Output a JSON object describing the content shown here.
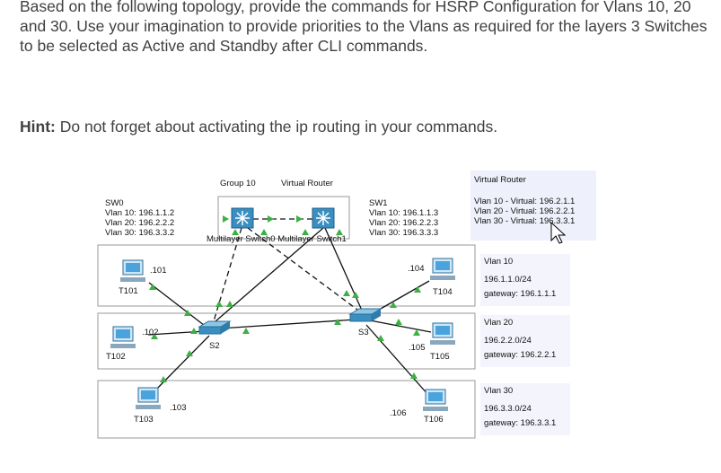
{
  "question": {
    "text": "Based on the following topology, provide the commands for HSRP Configuration for Vlans 10, 20 and 30. Use your imagination to provide priorities to the Vlans as required for the layers 3 Switches to be selected as Active and Standby after CLI commands.",
    "hint_label": "Hint:",
    "hint_text": "Do not forget about activating the ip routing in your commands."
  },
  "topology": {
    "group_label": "Group 10",
    "virtual_router_label": "Virtual Router",
    "multilayer_caption": "Multilayer Switch0 Multilayer Switch1",
    "sw0": {
      "name": "SW0",
      "lines": [
        "Vlan 10: 196.1.1.2",
        "Vlan 20: 196.2.2.2",
        "Vlan 30: 196.3.3.2"
      ]
    },
    "sw1": {
      "name": "SW1",
      "lines": [
        "Vlan 10: 196.1.1.3",
        "Vlan 20: 196.2.2.3",
        "Vlan 30: 196.3.3.3"
      ]
    },
    "virtual_router_box": {
      "title": "Virtual Router",
      "lines": [
        "Vlan 10 - Virtual: 196.2.1.1",
        "Vlan 20 - Virtual: 196.2.2.1",
        "Vlan 30 - Virtual: 196.3.3.1"
      ]
    },
    "switches": {
      "s2": "S2",
      "s3": "S3"
    },
    "hosts": {
      "t101": "T101",
      "t101_ip": ".101",
      "t102": "T102",
      "t102_ip": ".102",
      "t103": "T103",
      "t103_ip": ".103",
      "t104": "T104",
      "t104_ip": ".104",
      "t105": "T105",
      "t105_ip": ".105",
      "t106": "T106",
      "t106_ip": ".106"
    },
    "vlans": [
      {
        "name": "Vlan 10",
        "network": "196.1.1.0/24",
        "gateway": "gateway: 196.1.1.1"
      },
      {
        "name": "Vlan 20",
        "network": "196.2.2.0/24",
        "gateway": "gateway: 196.2.2.1"
      },
      {
        "name": "Vlan 30",
        "network": "196.3.3.0/24",
        "gateway": "gateway: 196.3.3.1"
      }
    ]
  }
}
